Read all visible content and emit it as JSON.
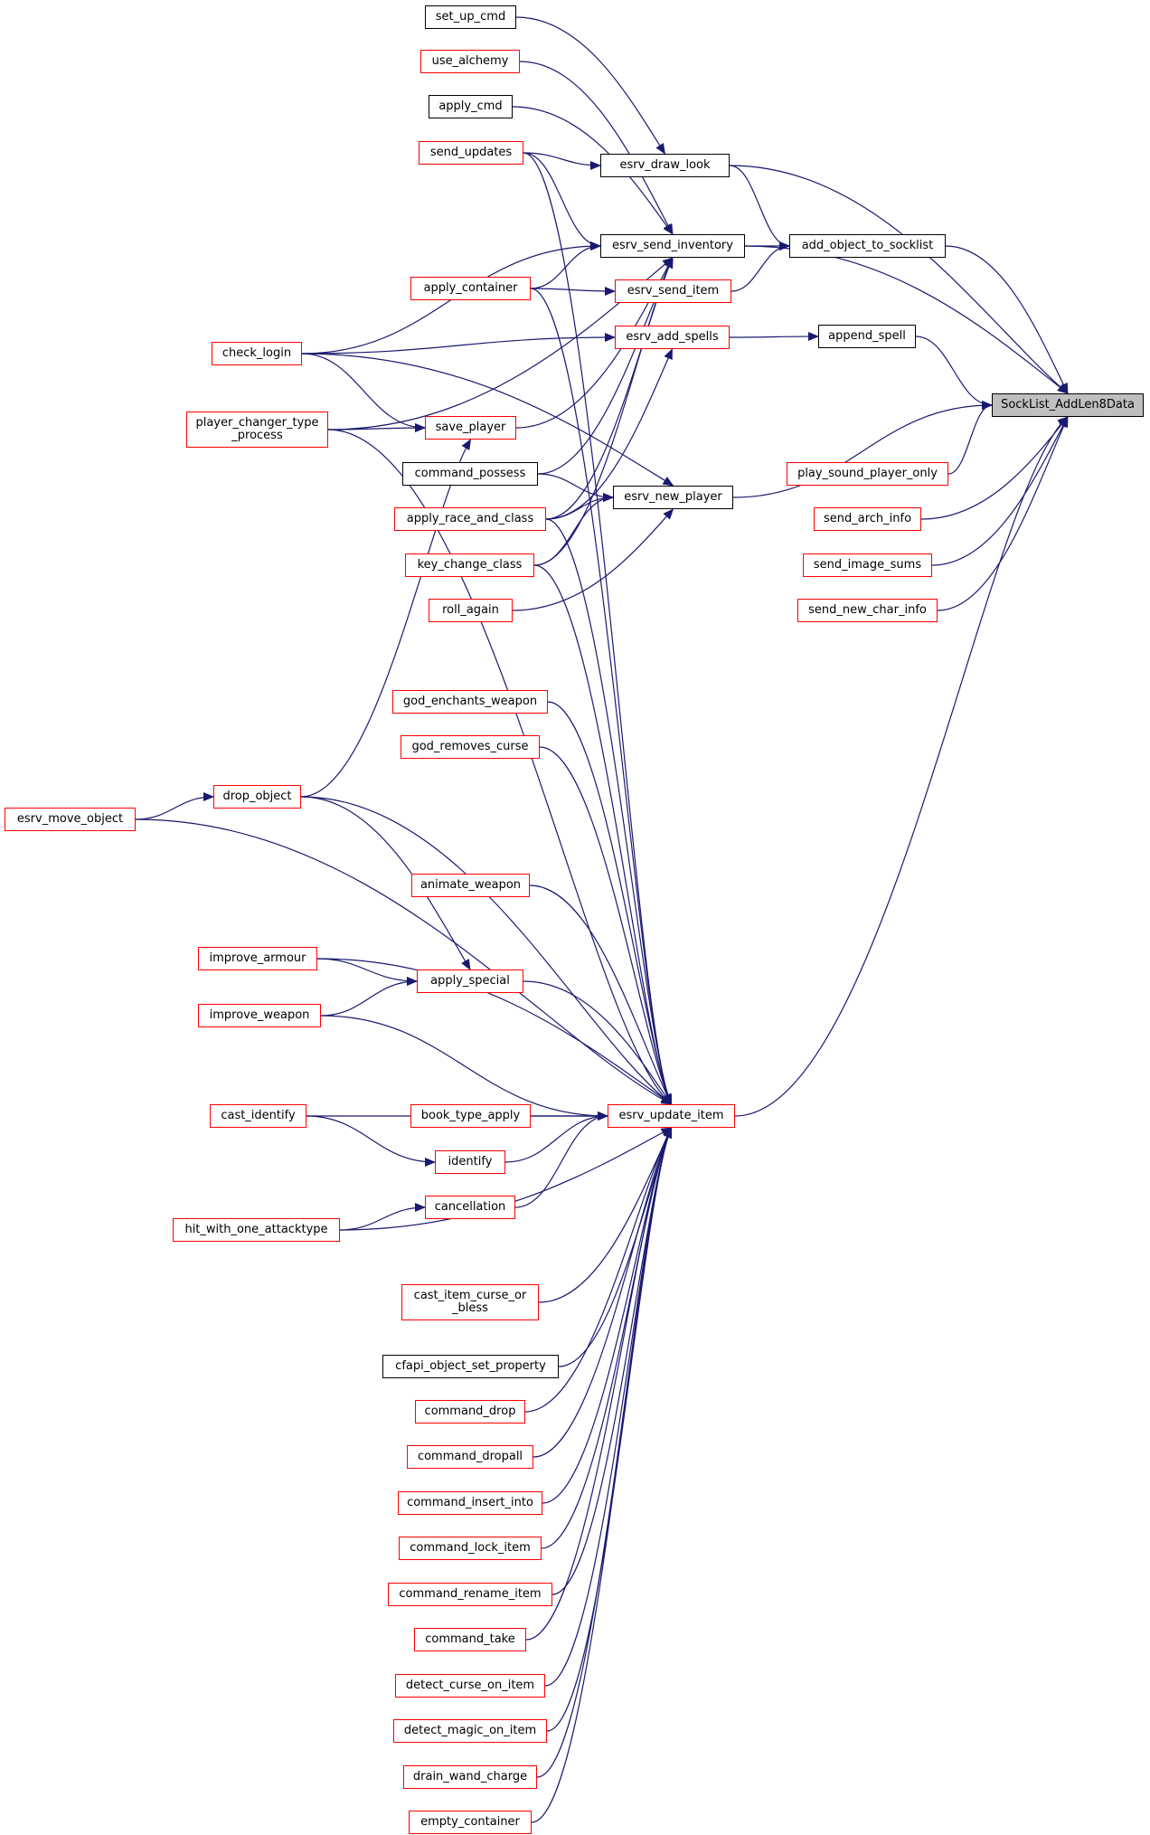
{
  "colors": {
    "edge": "#191970",
    "link_border": "#ff0000",
    "plain_border": "#000000",
    "focus_fill": "#bfbfbf"
  },
  "nodes": [
    {
      "id": "socklist_addlen8data",
      "label": "SockList_AddLen8Data",
      "style": "focus"
    },
    {
      "id": "add_object_to_socklist",
      "label": "add_object_to_socklist",
      "style": "plain"
    },
    {
      "id": "append_spell",
      "label": "append_spell",
      "style": "plain"
    },
    {
      "id": "esrv_draw_look",
      "label": "esrv_draw_look",
      "style": "plain"
    },
    {
      "id": "esrv_send_inventory",
      "label": "esrv_send_inventory",
      "style": "plain"
    },
    {
      "id": "esrv_send_item",
      "label": "esrv_send_item",
      "style": "red"
    },
    {
      "id": "esrv_add_spells",
      "label": "esrv_add_spells",
      "style": "red"
    },
    {
      "id": "esrv_new_player",
      "label": "esrv_new_player",
      "style": "plain"
    },
    {
      "id": "esrv_update_item",
      "label": "esrv_update_item",
      "style": "red"
    },
    {
      "id": "play_sound_player_only",
      "label": "play_sound_player_only",
      "style": "red"
    },
    {
      "id": "send_arch_info",
      "label": "send_arch_info",
      "style": "red"
    },
    {
      "id": "send_image_sums",
      "label": "send_image_sums",
      "style": "red"
    },
    {
      "id": "send_new_char_info",
      "label": "send_new_char_info",
      "style": "red"
    },
    {
      "id": "set_up_cmd",
      "label": "set_up_cmd",
      "style": "plain"
    },
    {
      "id": "use_alchemy",
      "label": "use_alchemy",
      "style": "red"
    },
    {
      "id": "apply_cmd",
      "label": "apply_cmd",
      "style": "plain"
    },
    {
      "id": "send_updates",
      "label": "send_updates",
      "style": "red"
    },
    {
      "id": "apply_container",
      "label": "apply_container",
      "style": "red"
    },
    {
      "id": "save_player",
      "label": "save_player",
      "style": "red"
    },
    {
      "id": "command_possess",
      "label": "command_possess",
      "style": "plain"
    },
    {
      "id": "apply_race_and_class",
      "label": "apply_race_and_class",
      "style": "red"
    },
    {
      "id": "key_change_class",
      "label": "key_change_class",
      "style": "red"
    },
    {
      "id": "roll_again",
      "label": "roll_again",
      "style": "red"
    },
    {
      "id": "check_login",
      "label": "check_login",
      "style": "red"
    },
    {
      "id": "player_changer_type_process",
      "label": "player_changer_type\n_process",
      "style": "red"
    },
    {
      "id": "god_enchants_weapon",
      "label": "god_enchants_weapon",
      "style": "red"
    },
    {
      "id": "god_removes_curse",
      "label": "god_removes_curse",
      "style": "red"
    },
    {
      "id": "drop_object",
      "label": "drop_object",
      "style": "red"
    },
    {
      "id": "esrv_move_object",
      "label": "esrv_move_object",
      "style": "red"
    },
    {
      "id": "animate_weapon",
      "label": "animate_weapon",
      "style": "red"
    },
    {
      "id": "improve_armour",
      "label": "improve_armour",
      "style": "red"
    },
    {
      "id": "apply_special",
      "label": "apply_special",
      "style": "red"
    },
    {
      "id": "improve_weapon",
      "label": "improve_weapon",
      "style": "red"
    },
    {
      "id": "cast_identify",
      "label": "cast_identify",
      "style": "red"
    },
    {
      "id": "book_type_apply",
      "label": "book_type_apply",
      "style": "red"
    },
    {
      "id": "identify",
      "label": "identify",
      "style": "red"
    },
    {
      "id": "cancellation",
      "label": "cancellation",
      "style": "red"
    },
    {
      "id": "hit_with_one_attacktype",
      "label": "hit_with_one_attacktype",
      "style": "red"
    },
    {
      "id": "cast_item_curse_or_bless",
      "label": "cast_item_curse_or\n_bless",
      "style": "red"
    },
    {
      "id": "cfapi_object_set_property",
      "label": "cfapi_object_set_property",
      "style": "plain"
    },
    {
      "id": "command_drop",
      "label": "command_drop",
      "style": "red"
    },
    {
      "id": "command_dropall",
      "label": "command_dropall",
      "style": "red"
    },
    {
      "id": "command_insert_into",
      "label": "command_insert_into",
      "style": "red"
    },
    {
      "id": "command_lock_item",
      "label": "command_lock_item",
      "style": "red"
    },
    {
      "id": "command_rename_item",
      "label": "command_rename_item",
      "style": "red"
    },
    {
      "id": "command_take",
      "label": "command_take",
      "style": "red"
    },
    {
      "id": "detect_curse_on_item",
      "label": "detect_curse_on_item",
      "style": "red"
    },
    {
      "id": "detect_magic_on_item",
      "label": "detect_magic_on_item",
      "style": "red"
    },
    {
      "id": "drain_wand_charge",
      "label": "drain_wand_charge",
      "style": "red"
    },
    {
      "id": "empty_container",
      "label": "empty_container",
      "style": "red"
    }
  ],
  "edges": [
    [
      "add_object_to_socklist",
      "socklist_addlen8data"
    ],
    [
      "append_spell",
      "socklist_addlen8data"
    ],
    [
      "esrv_draw_look",
      "socklist_addlen8data"
    ],
    [
      "esrv_send_inventory",
      "socklist_addlen8data"
    ],
    [
      "esrv_new_player",
      "socklist_addlen8data"
    ],
    [
      "esrv_update_item",
      "socklist_addlen8data"
    ],
    [
      "play_sound_player_only",
      "socklist_addlen8data"
    ],
    [
      "send_arch_info",
      "socklist_addlen8data"
    ],
    [
      "send_image_sums",
      "socklist_addlen8data"
    ],
    [
      "send_new_char_info",
      "socklist_addlen8data"
    ],
    [
      "esrv_draw_look",
      "add_object_to_socklist"
    ],
    [
      "esrv_send_inventory",
      "add_object_to_socklist"
    ],
    [
      "esrv_send_item",
      "add_object_to_socklist"
    ],
    [
      "esrv_add_spells",
      "append_spell"
    ],
    [
      "set_up_cmd",
      "esrv_draw_look"
    ],
    [
      "send_updates",
      "esrv_draw_look"
    ],
    [
      "use_alchemy",
      "esrv_send_inventory"
    ],
    [
      "apply_cmd",
      "esrv_send_inventory"
    ],
    [
      "send_updates",
      "esrv_send_inventory"
    ],
    [
      "apply_container",
      "esrv_send_inventory"
    ],
    [
      "check_login",
      "esrv_send_inventory"
    ],
    [
      "player_changer_type_process",
      "esrv_send_inventory"
    ],
    [
      "save_player",
      "esrv_send_inventory"
    ],
    [
      "command_possess",
      "esrv_send_inventory"
    ],
    [
      "apply_race_and_class",
      "esrv_send_inventory"
    ],
    [
      "key_change_class",
      "esrv_send_inventory"
    ],
    [
      "apply_container",
      "esrv_send_item"
    ],
    [
      "check_login",
      "esrv_add_spells"
    ],
    [
      "apply_race_and_class",
      "esrv_add_spells"
    ],
    [
      "check_login",
      "esrv_new_player"
    ],
    [
      "command_possess",
      "esrv_new_player"
    ],
    [
      "apply_race_and_class",
      "esrv_new_player"
    ],
    [
      "key_change_class",
      "esrv_new_player"
    ],
    [
      "roll_again",
      "esrv_new_player"
    ],
    [
      "check_login",
      "save_player"
    ],
    [
      "player_changer_type_process",
      "save_player"
    ],
    [
      "drop_object",
      "save_player"
    ],
    [
      "esrv_move_object",
      "drop_object"
    ],
    [
      "drop_object",
      "apply_special"
    ],
    [
      "improve_armour",
      "apply_special"
    ],
    [
      "improve_weapon",
      "apply_special"
    ],
    [
      "cast_identify",
      "identify"
    ],
    [
      "hit_with_one_attacktype",
      "cancellation"
    ],
    [
      "send_updates",
      "esrv_update_item"
    ],
    [
      "apply_container",
      "esrv_update_item"
    ],
    [
      "player_changer_type_process",
      "esrv_update_item"
    ],
    [
      "apply_race_and_class",
      "esrv_update_item"
    ],
    [
      "key_change_class",
      "esrv_update_item"
    ],
    [
      "god_enchants_weapon",
      "esrv_update_item"
    ],
    [
      "god_removes_curse",
      "esrv_update_item"
    ],
    [
      "drop_object",
      "esrv_update_item"
    ],
    [
      "esrv_move_object",
      "esrv_update_item"
    ],
    [
      "animate_weapon",
      "esrv_update_item"
    ],
    [
      "improve_armour",
      "esrv_update_item"
    ],
    [
      "apply_special",
      "esrv_update_item"
    ],
    [
      "improve_weapon",
      "esrv_update_item"
    ],
    [
      "cast_identify",
      "esrv_update_item"
    ],
    [
      "book_type_apply",
      "esrv_update_item"
    ],
    [
      "identify",
      "esrv_update_item"
    ],
    [
      "cancellation",
      "esrv_update_item"
    ],
    [
      "hit_with_one_attacktype",
      "esrv_update_item"
    ],
    [
      "cast_item_curse_or_bless",
      "esrv_update_item"
    ],
    [
      "cfapi_object_set_property",
      "esrv_update_item"
    ],
    [
      "command_drop",
      "esrv_update_item"
    ],
    [
      "command_dropall",
      "esrv_update_item"
    ],
    [
      "command_insert_into",
      "esrv_update_item"
    ],
    [
      "command_lock_item",
      "esrv_update_item"
    ],
    [
      "command_rename_item",
      "esrv_update_item"
    ],
    [
      "command_take",
      "esrv_update_item"
    ],
    [
      "detect_curse_on_item",
      "esrv_update_item"
    ],
    [
      "detect_magic_on_item",
      "esrv_update_item"
    ],
    [
      "drain_wand_charge",
      "esrv_update_item"
    ],
    [
      "empty_container",
      "esrv_update_item"
    ]
  ]
}
